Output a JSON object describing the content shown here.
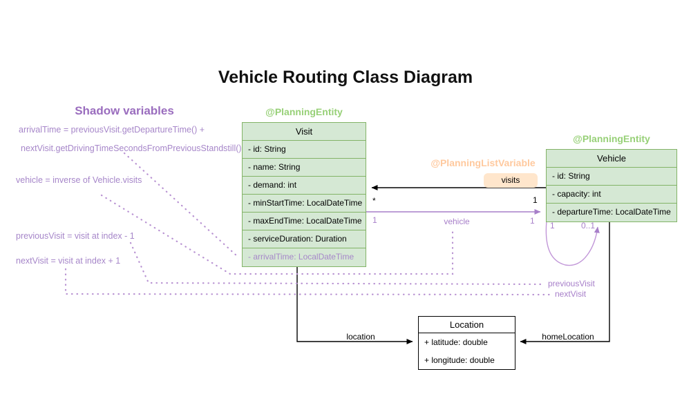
{
  "title": "Vehicle Routing Class Diagram",
  "shadow_variables": {
    "heading": "Shadow variables",
    "arrival_formula_line1": "arrivalTime = previousVisit.getDepartureTime() +",
    "arrival_formula_line2": "nextVisit.getDrivingTimeSecondsFromPreviousStandstill()",
    "vehicle_formula": "vehicle = inverse of Vehicle.visits",
    "previous_visit_formula": "previousVisit = visit at index - 1",
    "next_visit_formula": "nextVisit = visit at index + 1"
  },
  "visit_class": {
    "annotation": "@PlanningEntity",
    "name": "Visit",
    "attributes": [
      "- id: String",
      "- name: String",
      "- demand: int",
      "- minStartTime: LocalDateTime",
      "- maxEndTime: LocalDateTime",
      "- serviceDuration: Duration"
    ],
    "shadow_attribute": "- arrivalTime: LocalDateTime"
  },
  "vehicle_class": {
    "annotation": "@PlanningEntity",
    "name": "Vehicle",
    "attributes": [
      "- id: String",
      "- capacity: int",
      "- departureTime: LocalDateTime"
    ]
  },
  "location_class": {
    "name": "Location",
    "attributes": [
      "+ latitude: double",
      "+ longitude: double"
    ]
  },
  "relations": {
    "visits": {
      "annotation": "@PlanningListVariable",
      "label": "visits",
      "target_multiplicity": "*",
      "source_multiplicity": "1"
    },
    "vehicle": {
      "label": "vehicle",
      "left_multiplicity": "1",
      "right_multiplicity": "1"
    },
    "self_loop": {
      "source_multiplicity": "1",
      "target_multiplicity": "0..1",
      "previous_visit_label": "previousVisit",
      "next_visit_label": "nextVisit"
    },
    "location": {
      "label": "location"
    },
    "home_location": {
      "label": "homeLocation"
    }
  },
  "colors": {
    "class_fill_green": "#d5e8d4",
    "class_stroke_green": "#82b366",
    "annotation_green": "#97d077",
    "annotation_orange": "#ffc99e",
    "visits_chip_fill": "#ffe6cc",
    "shadow_purple_heading": "#9a6dbe",
    "shadow_purple_text": "#a686c9",
    "relation_purple": "#a77fc9",
    "relation_black": "#000000"
  }
}
